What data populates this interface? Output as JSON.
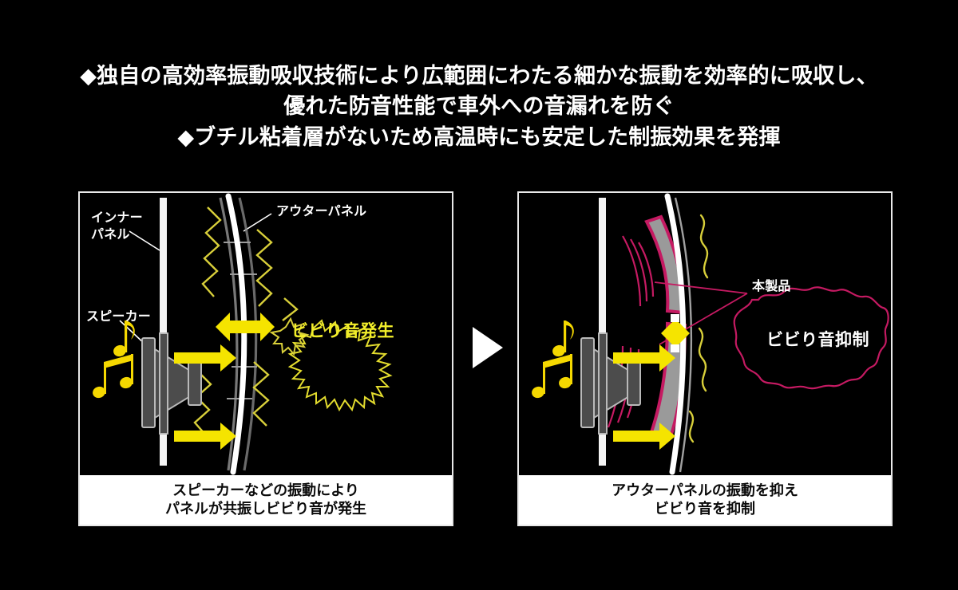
{
  "page": {
    "background_color": "#000000",
    "accent_yellow": "#f5e400",
    "accent_magenta": "#c51a62",
    "panel_white": "#ffffff",
    "gray_material": "#9a9a9a"
  },
  "headline": {
    "lines": [
      "◆独自の高効率振動吸収技術により広範囲にわたる細かな振動を効率的に吸収し、",
      "優れた防音性能で車外への音漏れを防ぐ",
      "◆ブチル粘着層がないため高温時にも安定した制振効果を発揮"
    ]
  },
  "left_panel": {
    "name": "before-state",
    "labels": {
      "inner_panel_line1": "インナー",
      "inner_panel_line2": "パネル",
      "outer_panel": "アウターパネル",
      "speaker": "スピーカー"
    },
    "burst_text": "ビビり音発生",
    "caption": {
      "line1": "スピーカーなどの振動により",
      "line2": "パネルが共振しビビり音が発生"
    }
  },
  "right_panel": {
    "name": "after-state",
    "labels": {
      "product": "本製品"
    },
    "burst_text": "ビビり音抑制",
    "caption": {
      "line1": "アウターパネルの振動を抑え",
      "line2": "ビビり音を抑制"
    }
  },
  "center": {
    "arrow_icon": "play-triangle-icon"
  }
}
